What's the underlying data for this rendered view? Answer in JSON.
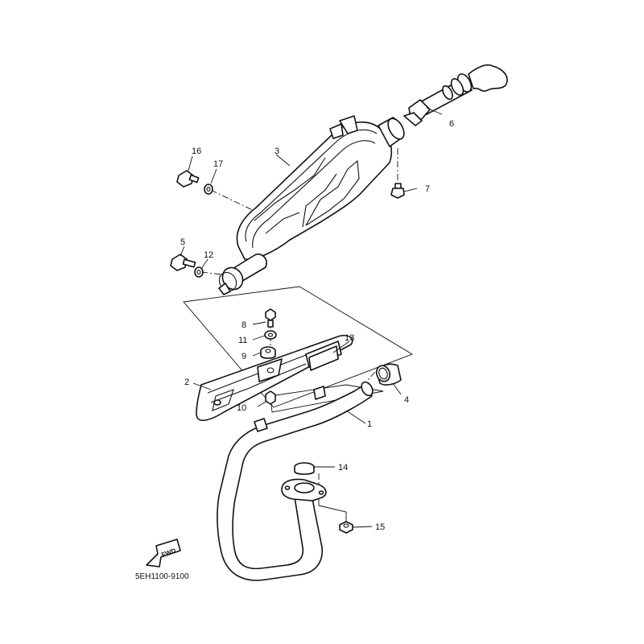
{
  "diagram": {
    "diagram_code": "5EH1100-9100",
    "direction_arrow_label": "FWD",
    "callouts": {
      "c1": "1",
      "c2": "2",
      "c3": "3",
      "c4": "4",
      "c5": "5",
      "c6": "6",
      "c7": "7",
      "c8": "8",
      "c9": "9",
      "c10": "10",
      "c11": "11",
      "c12": "12",
      "c13": "13",
      "c14": "14",
      "c15": "15",
      "c16": "16",
      "c17": "17"
    }
  }
}
